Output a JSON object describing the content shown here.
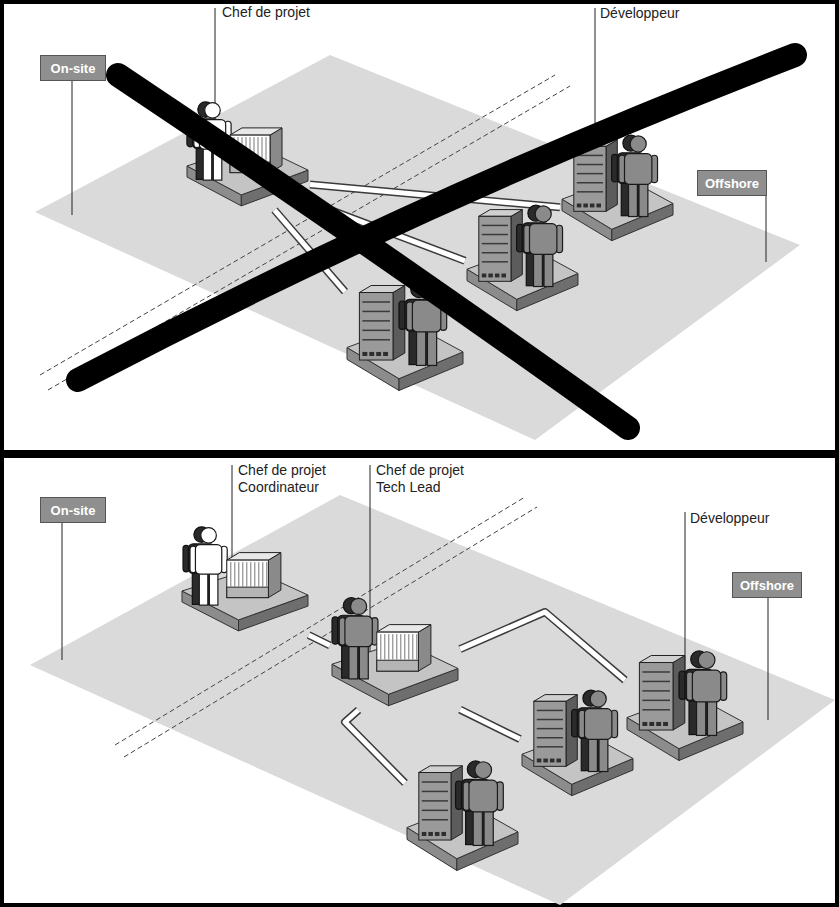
{
  "diagram": {
    "nodes": [
      {
        "text": [
          "On-site"
        ]
      },
      {
        "text": [
          "Chef de projet"
        ]
      },
      {
        "text": [
          "Développeur"
        ]
      },
      {
        "text": []
      },
      {
        "text": []
      },
      {
        "text": [
          "Offshore"
        ]
      },
      {
        "text": [
          "On-site"
        ]
      },
      {
        "text": [
          "Chef de projet Coordinateur"
        ]
      },
      {
        "text": [
          "Chef de projet Tech Lead"
        ]
      },
      {
        "text": [
          "Développeur"
        ]
      },
      {
        "text": []
      },
      {
        "text": []
      },
      {
        "text": [
          "Offshore"
        ]
      }
    ],
    "edges": [
      {
        "from": 1,
        "to": 2,
        "arrow": "none"
      },
      {
        "from": 1,
        "to": 3,
        "arrow": "none"
      },
      {
        "from": 1,
        "to": 4,
        "arrow": "none"
      },
      {
        "from": 7,
        "to": 8,
        "arrow": "none"
      },
      {
        "from": 8,
        "to": 9,
        "arrow": "none"
      },
      {
        "from": 8,
        "to": 10,
        "arrow": "none"
      },
      {
        "from": 8,
        "to": 11,
        "arrow": "none"
      }
    ]
  }
}
